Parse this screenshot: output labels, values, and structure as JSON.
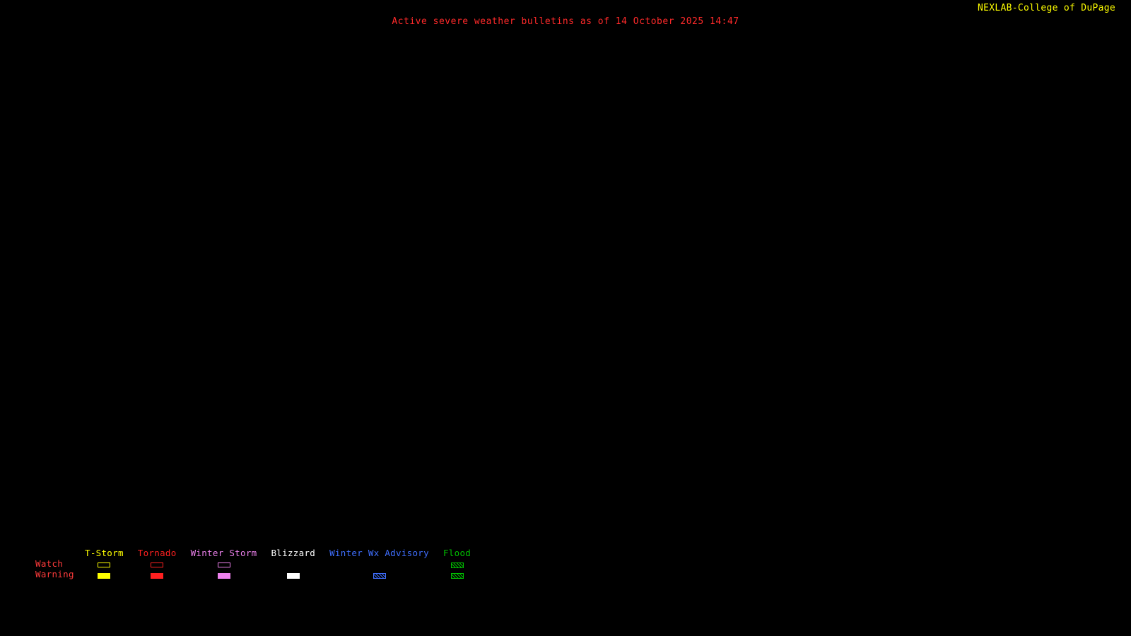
{
  "header": {
    "title": "Active severe weather bulletins as of 14 October 2025 14:47",
    "title_color": "#ff2a2a",
    "brand": "NEXLAB-College of DuPage",
    "brand_color": "#ffff00",
    "brand_glyph": "cod-logo"
  },
  "map": {
    "background_color": "#000000",
    "active_bulletins_visible": "none"
  },
  "legend": {
    "row_labels": [
      "Watch",
      "Warning"
    ],
    "row_label_color": "#ff3b3b",
    "columns": [
      {
        "label": "T-Storm",
        "color": "#ffff00",
        "watch": "outline",
        "warning": "filled"
      },
      {
        "label": "Tornado",
        "color": "#ff2020",
        "watch": "outline",
        "warning": "filled"
      },
      {
        "label": "Winter Storm",
        "color": "#ee82ee",
        "watch": "outline",
        "warning": "filled"
      },
      {
        "label": "Blizzard",
        "color": "#ffffff",
        "watch": "none",
        "warning": "filled"
      },
      {
        "label": "Winter Wx Advisory",
        "color": "#3f6fff",
        "watch": "none",
        "warning": "hatched"
      },
      {
        "label": "Flood",
        "color": "#00c000",
        "watch": "hatched",
        "warning": "hatched"
      }
    ]
  }
}
